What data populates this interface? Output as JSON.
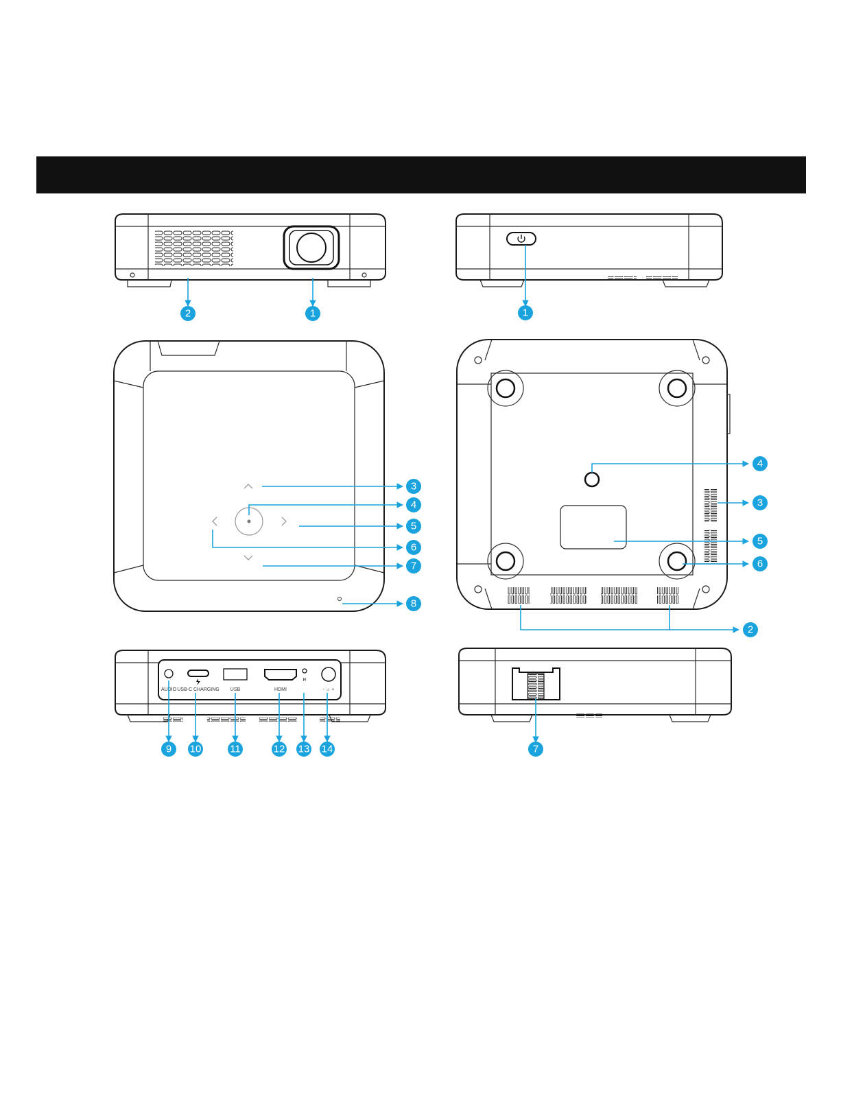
{
  "colors": {
    "callout": "#1aa3dc",
    "header": "#111111",
    "outline": "#1a1a1a",
    "background": "#ffffff"
  },
  "views": {
    "front": {
      "callouts": [
        "2",
        "1"
      ]
    },
    "side_right": {
      "callouts": [
        "1"
      ],
      "icons": [
        "power-button-icon"
      ]
    },
    "top": {
      "callouts": [
        "3",
        "4",
        "5",
        "6",
        "7",
        "8"
      ]
    },
    "bottom": {
      "callouts": [
        "4",
        "3",
        "5",
        "6",
        "2"
      ]
    },
    "rear": {
      "callouts": [
        "9",
        "10",
        "11",
        "12",
        "13",
        "14"
      ],
      "port_labels": {
        "audio": "AUDIO",
        "usbc": "USB-C CHARGING",
        "usb": "USB",
        "hdmi": "HDMI",
        "ir": "R",
        "power": "- ☼ +"
      }
    },
    "side_left": {
      "callouts": [
        "7"
      ]
    }
  }
}
